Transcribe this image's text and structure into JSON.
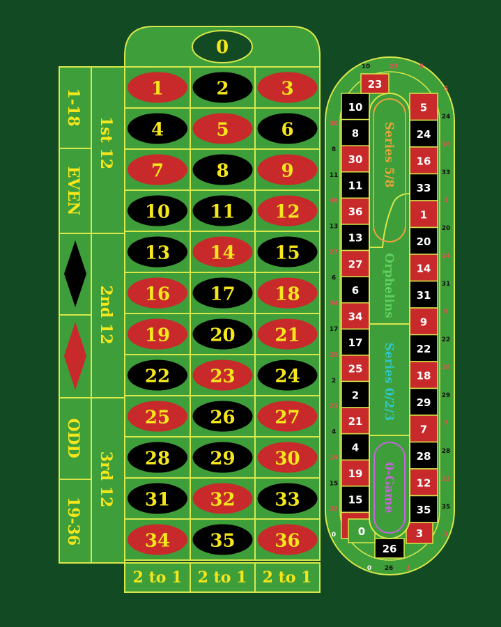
{
  "table": {
    "zero": "0",
    "numbers": [
      {
        "n": "1",
        "c": "red"
      },
      {
        "n": "2",
        "c": "black"
      },
      {
        "n": "3",
        "c": "red"
      },
      {
        "n": "4",
        "c": "black"
      },
      {
        "n": "5",
        "c": "red"
      },
      {
        "n": "6",
        "c": "black"
      },
      {
        "n": "7",
        "c": "red"
      },
      {
        "n": "8",
        "c": "black"
      },
      {
        "n": "9",
        "c": "red"
      },
      {
        "n": "10",
        "c": "black"
      },
      {
        "n": "11",
        "c": "black"
      },
      {
        "n": "12",
        "c": "red"
      },
      {
        "n": "13",
        "c": "black"
      },
      {
        "n": "14",
        "c": "red"
      },
      {
        "n": "15",
        "c": "black"
      },
      {
        "n": "16",
        "c": "red"
      },
      {
        "n": "17",
        "c": "black"
      },
      {
        "n": "18",
        "c": "red"
      },
      {
        "n": "19",
        "c": "red"
      },
      {
        "n": "20",
        "c": "black"
      },
      {
        "n": "21",
        "c": "red"
      },
      {
        "n": "22",
        "c": "black"
      },
      {
        "n": "23",
        "c": "red"
      },
      {
        "n": "24",
        "c": "black"
      },
      {
        "n": "25",
        "c": "red"
      },
      {
        "n": "26",
        "c": "black"
      },
      {
        "n": "27",
        "c": "red"
      },
      {
        "n": "28",
        "c": "black"
      },
      {
        "n": "29",
        "c": "black"
      },
      {
        "n": "30",
        "c": "red"
      },
      {
        "n": "31",
        "c": "black"
      },
      {
        "n": "32",
        "c": "red"
      },
      {
        "n": "33",
        "c": "black"
      },
      {
        "n": "34",
        "c": "red"
      },
      {
        "n": "35",
        "c": "black"
      },
      {
        "n": "36",
        "c": "red"
      }
    ],
    "column_bets": [
      "2 to 1",
      "2 to 1",
      "2 to 1"
    ],
    "dozens": [
      "1st 12",
      "2nd 12",
      "3rd 12"
    ],
    "outside": {
      "low": "1-18",
      "even": "EVEN",
      "odd": "ODD",
      "high": "19-36",
      "red_diamond_color": "#c8292a",
      "black_diamond_color": "#000000"
    }
  },
  "racetrack": {
    "left_column": [
      "10",
      "8",
      "30",
      "11",
      "36",
      "13",
      "27",
      "6",
      "34",
      "17",
      "25",
      "2",
      "21",
      "4",
      "19",
      "15",
      "32"
    ],
    "right_column": [
      "5",
      "24",
      "16",
      "33",
      "1",
      "20",
      "14",
      "31",
      "9",
      "22",
      "18",
      "29",
      "7",
      "28",
      "12",
      "35"
    ],
    "top": "23",
    "bottom": "26",
    "bottom_right": "3",
    "bottom_left": "0",
    "outer_left": [
      "30",
      "8",
      "11",
      "36",
      "13",
      "27",
      "6",
      "34",
      "17",
      "25",
      "2",
      "21",
      "4",
      "19",
      "15",
      "32",
      "0"
    ],
    "outer_right": [
      "5",
      "24",
      "16",
      "33",
      "1",
      "20",
      "14",
      "31",
      "9",
      "22",
      "18",
      "29",
      "7",
      "28",
      "12",
      "35",
      "3"
    ],
    "outer_top": [
      "10",
      "23",
      "5"
    ],
    "outer_bottom": [
      "0",
      "26",
      "3"
    ],
    "sections": [
      {
        "label": "Series 5/8",
        "color": "#e8a23a"
      },
      {
        "label": "Orphelins",
        "color": "#5fd15f"
      },
      {
        "label": "Series 0/2/3",
        "color": "#2fc6c6"
      },
      {
        "label": "0-Game",
        "color": "#c266d8"
      }
    ]
  },
  "colors": {
    "felt": "#124a24",
    "table_green": "#3e9e3a",
    "line": "#d8e84a",
    "red": "#c8292a",
    "black": "#000000",
    "number_text": "#f6e71c"
  }
}
